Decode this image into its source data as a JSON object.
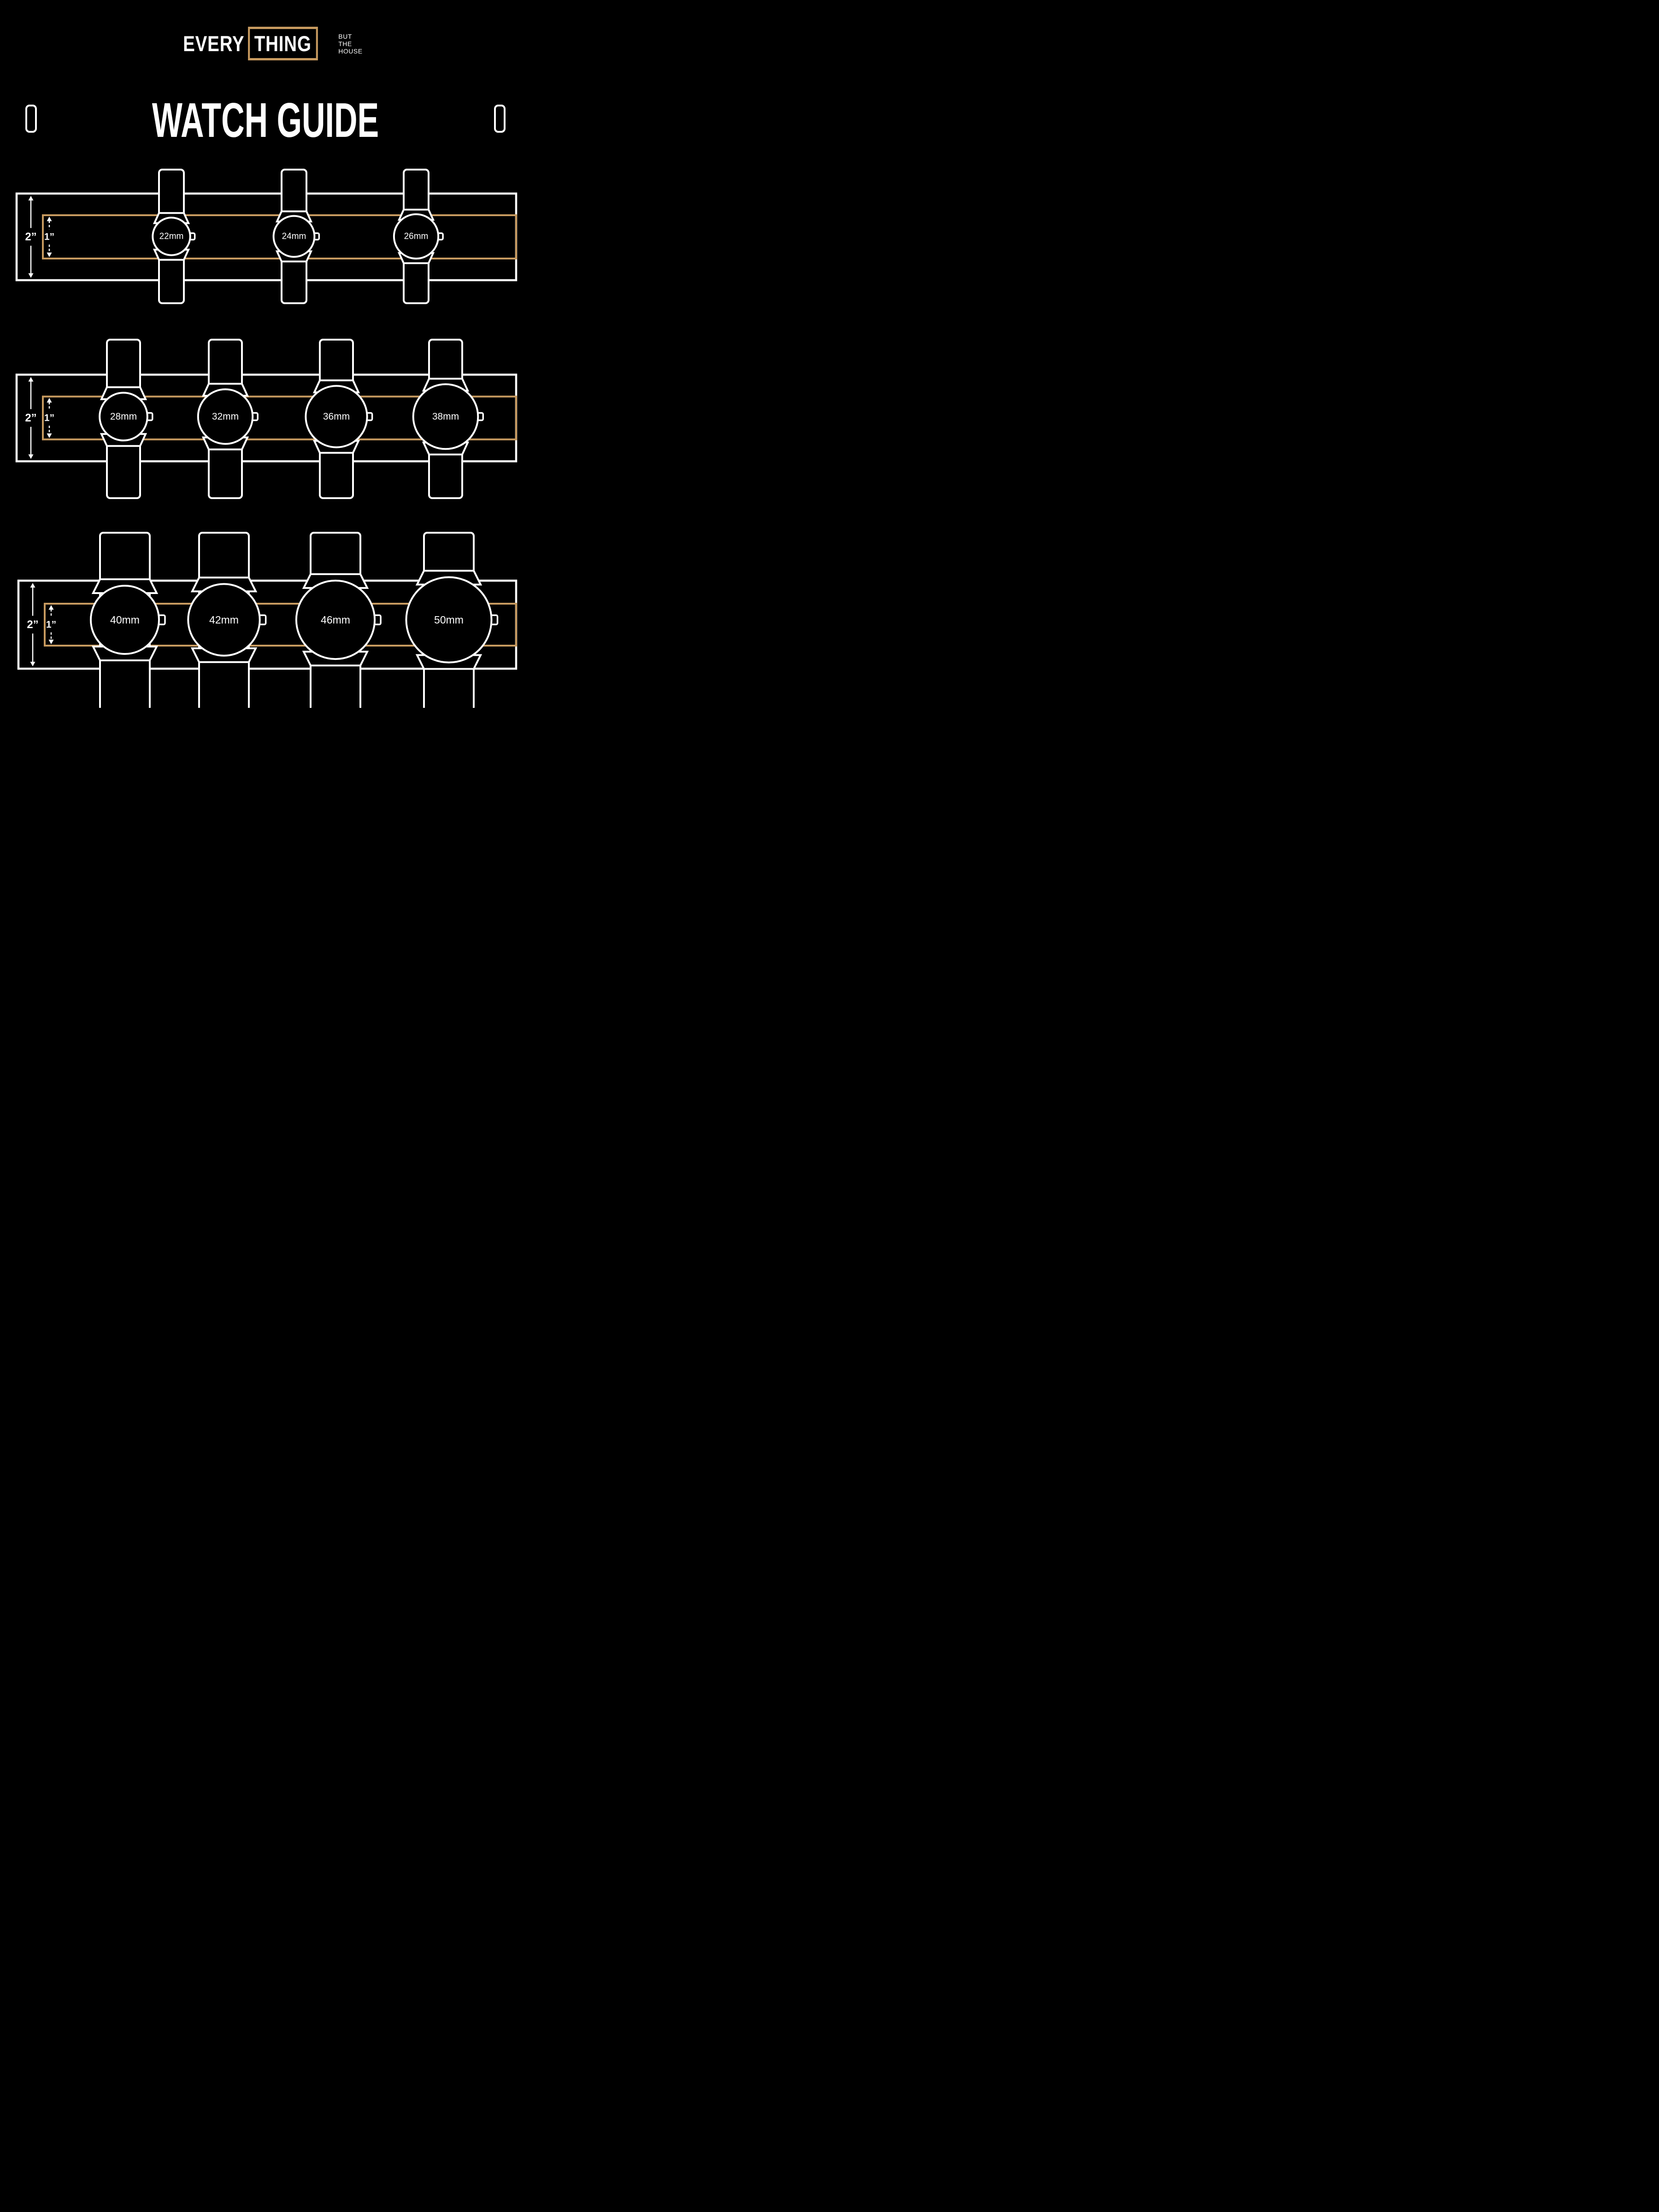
{
  "logo": {
    "every": "EVERY",
    "thing": "THING",
    "tagline": [
      "BUT",
      "THE",
      "HOUSE"
    ]
  },
  "title": "WATCH GUIDE",
  "colors": {
    "background": "#000000",
    "accent": "#C79A5F",
    "foreground": "#FFFFFF"
  },
  "dimensions": {
    "outer_band": "2”",
    "inner_band": "1”"
  },
  "chart_data": {
    "type": "diagram",
    "title": "WATCH GUIDE",
    "description": "Watch case diameter size guide shown against 2-inch and 1-inch reference bands",
    "reference_band_labels": [
      "2”",
      "1”"
    ],
    "rows": [
      {
        "watches": [
          "22mm",
          "24mm",
          "26mm"
        ],
        "sizes_mm": [
          22,
          24,
          26
        ]
      },
      {
        "watches": [
          "28mm",
          "32mm",
          "36mm",
          "38mm"
        ],
        "sizes_mm": [
          28,
          32,
          36,
          38
        ]
      },
      {
        "watches": [
          "40mm",
          "42mm",
          "46mm",
          "50mm"
        ],
        "sizes_mm": [
          40,
          42,
          46,
          50
        ]
      }
    ]
  }
}
